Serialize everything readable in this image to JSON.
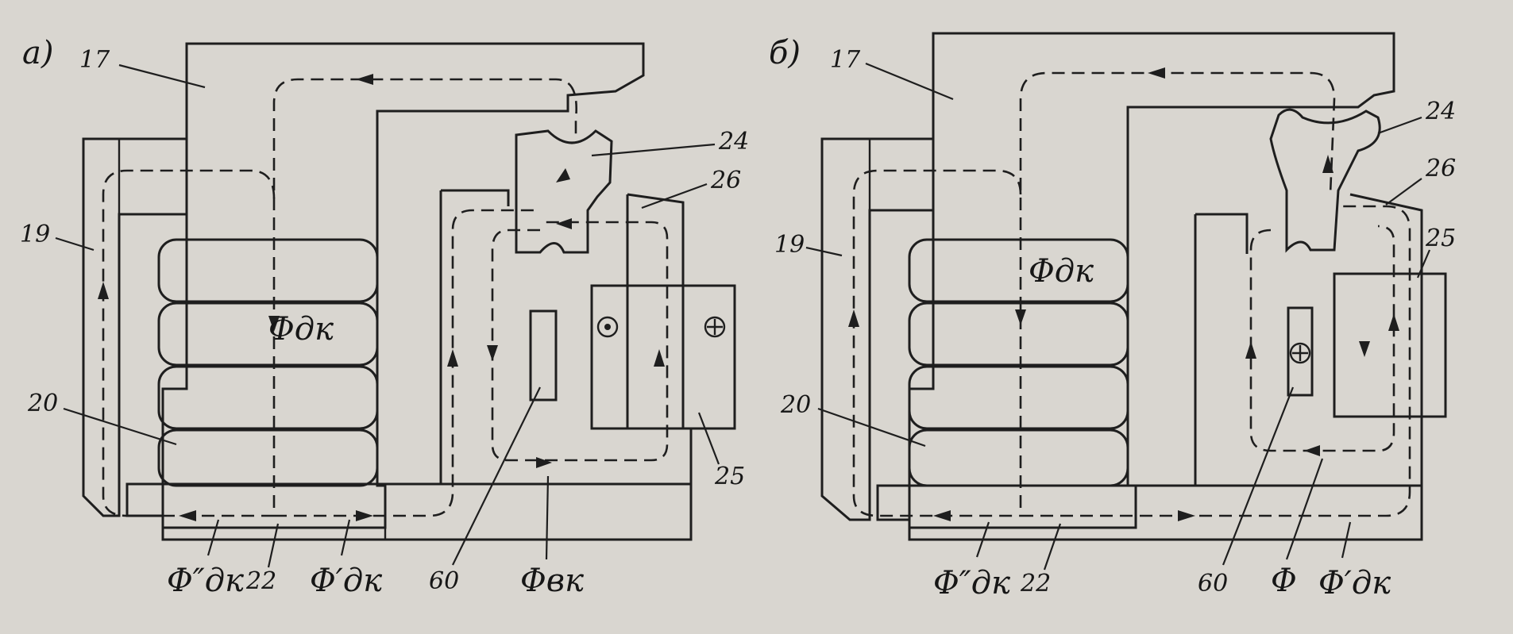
{
  "panel_a": {
    "tag": "а)",
    "labels": {
      "l17": "17",
      "l19": "19",
      "l20": "20",
      "l22": "22",
      "l24": "24",
      "l25": "25",
      "l26": "26",
      "l60": "60"
    },
    "flux": {
      "f_dk": "Φдк",
      "f_dk2": "Φ″дк",
      "f_dk1": "Φ′дк",
      "f_vk": "Φвк"
    }
  },
  "panel_b": {
    "tag": "б)",
    "labels": {
      "l17": "17",
      "l19": "19",
      "l20": "20",
      "l22": "22",
      "l24": "24",
      "l25": "25",
      "l26": "26",
      "l60": "60"
    },
    "flux": {
      "f_dk": "Φдк",
      "f_dk2": "Φ″дк",
      "f_dk1": "Φ′дк",
      "f": "Φ"
    }
  }
}
